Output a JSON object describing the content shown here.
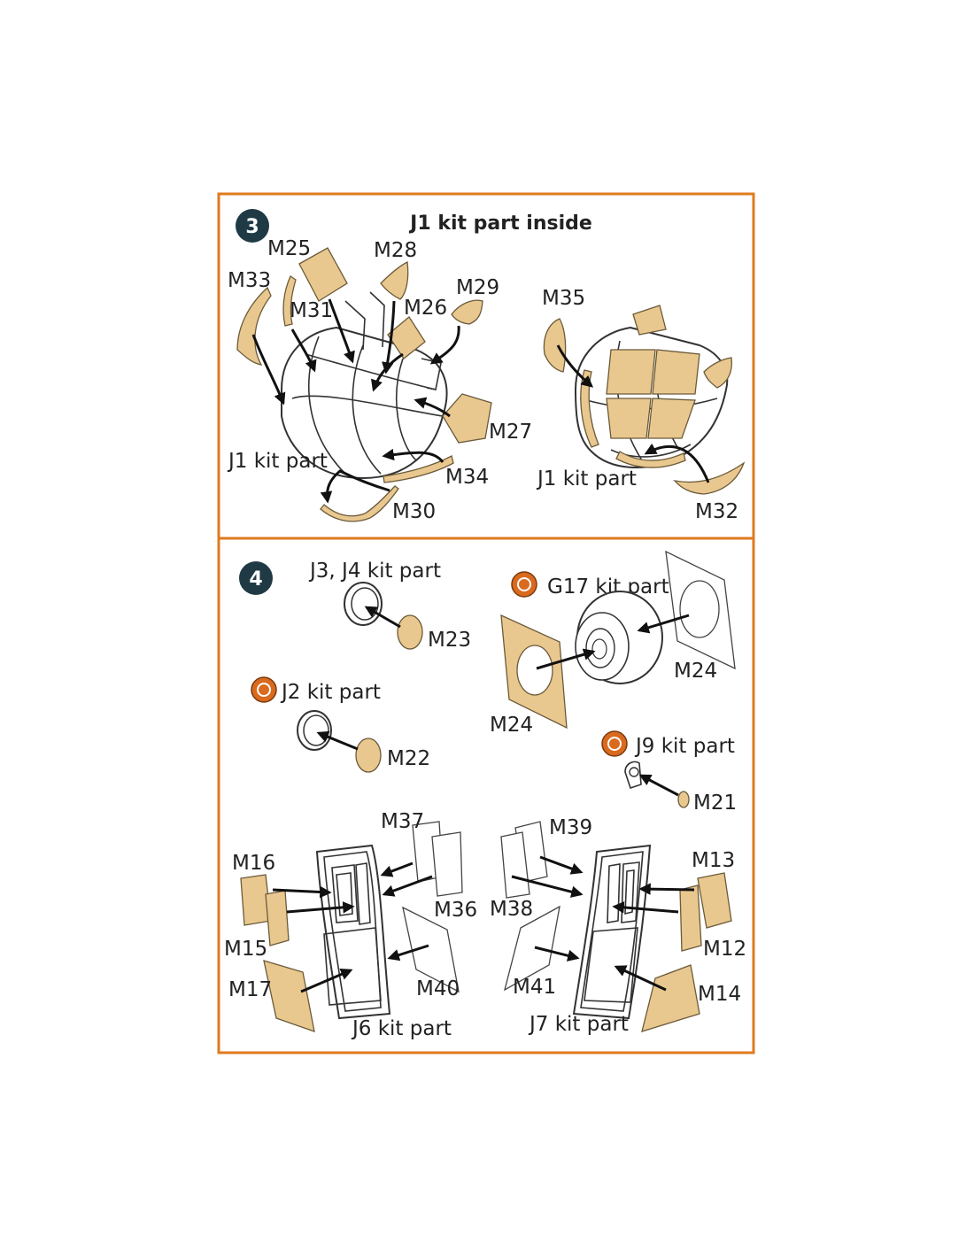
{
  "colors": {
    "frame": "#e07a1f",
    "mask_fill": "#e9c88f",
    "step_badge": "#1f3a45",
    "warning_badge": "#d96a1e"
  },
  "step3": {
    "number": "3",
    "title": "J1 kit part inside",
    "labels": {
      "m25": "M25",
      "m28": "M28",
      "m33": "M33",
      "m31": "M31",
      "m26": "M26",
      "m29": "M29",
      "m35": "M35",
      "m27": "M27",
      "j1_left": "J1 kit part",
      "m34": "M34",
      "m30": "M30",
      "j1_right": "J1 kit part",
      "m32": "M32"
    }
  },
  "step4": {
    "number": "4",
    "warning_icon": "rotate-warning-icon",
    "labels": {
      "j3j4": "J3, J4 kit part",
      "m23": "M23",
      "g17": "G17 kit part",
      "m24_right": "M24",
      "j2": "J2 kit part",
      "m24_left": "M24",
      "m22": "M22",
      "j9": "J9 kit part",
      "m21": "M21",
      "m37": "M37",
      "m39": "M39",
      "m16": "M16",
      "m13": "M13",
      "m36": "M36",
      "m38": "M38",
      "m15": "M15",
      "m12": "M12",
      "m17": "M17",
      "m40": "M40",
      "m41": "M41",
      "m14": "M14",
      "j6": "J6 kit part",
      "j7": "J7 kit part"
    }
  }
}
